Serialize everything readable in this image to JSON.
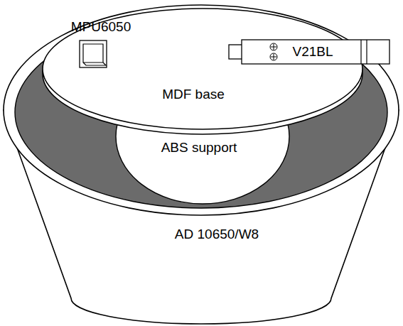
{
  "diagram": {
    "nodes": [
      {
        "text": [
          "AD 10650/W8"
        ]
      },
      {
        "text": [
          "MDF base"
        ],
        "in": 0
      },
      {
        "text": [
          "MPU6050"
        ],
        "in": 1
      },
      {
        "text": [
          "V21BL"
        ],
        "in": 1
      },
      {
        "text": [
          "ABS support"
        ],
        "in": 0
      }
    ]
  }
}
